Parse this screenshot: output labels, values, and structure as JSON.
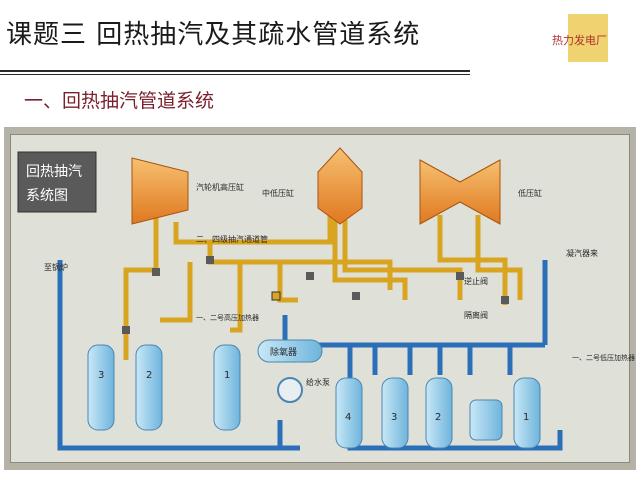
{
  "header": {
    "title": "课题三  回热抽汽及其疏水管道系统",
    "subtitle": "一、回热抽汽管道系统",
    "logo_text": "热力发电厂"
  },
  "diagram": {
    "box_title_line1": "回热抽汽",
    "box_title_line2": "系统图",
    "labels": {
      "hp_turbine": "汽轮机高压缸",
      "ip_turbine": "中低压缸",
      "lp_turbine": "低压缸",
      "cold_reheat": "二、四级抽汽通道管",
      "to_boiler": "至锅炉",
      "hp_heater": "一、二号高压加热器",
      "deaerator": "除氧器",
      "feed_pump": "给水泵",
      "check_valve": "逆止阀",
      "isolation_valve": "隔离阀",
      "condensate_pump_in": "凝汽器来",
      "lp_heater": "一、二号低压加热器"
    },
    "heater_numbers": [
      "3",
      "2",
      "1",
      "4",
      "3",
      "2",
      "1"
    ],
    "colors": {
      "steam_pipe": "#d9a520",
      "water_pipe": "#2b6fb8",
      "turbine": "#f0a040",
      "heater": "#9ad0ea"
    }
  }
}
